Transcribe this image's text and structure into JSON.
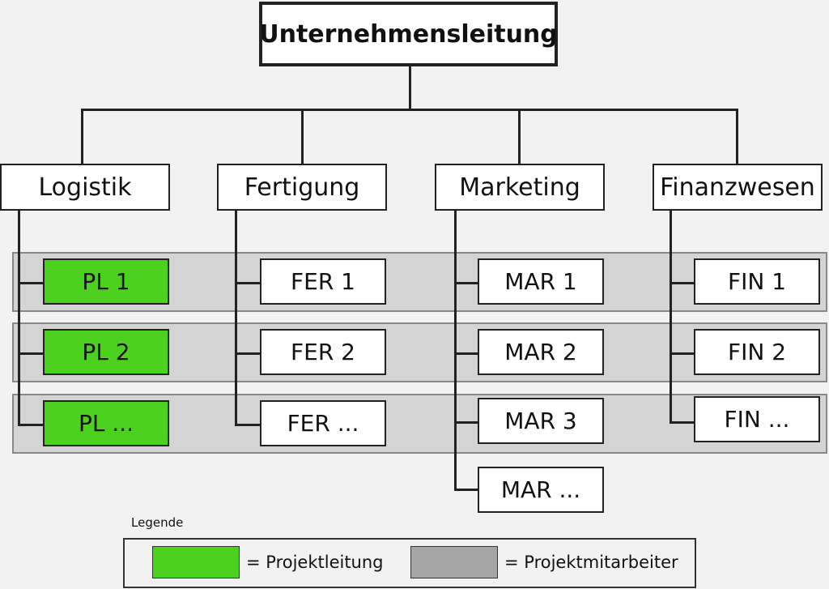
{
  "colors": {
    "lead": "#4cd11e",
    "member_band": "#d4d4d4"
  },
  "root": {
    "label": "Unternehmensleitung"
  },
  "departments": [
    {
      "label": "Logistik",
      "members": [
        "PL 1",
        "PL 2",
        "PL ..."
      ]
    },
    {
      "label": "Fertigung",
      "members": [
        "FER 1",
        "FER 2",
        "FER ..."
      ]
    },
    {
      "label": "Marketing",
      "members": [
        "MAR 1",
        "MAR 2",
        "MAR 3",
        "MAR ..."
      ]
    },
    {
      "label": "Finanzwesen",
      "members": [
        "FIN 1",
        "FIN 2",
        "FIN ..."
      ]
    }
  ],
  "legend": {
    "title": "Legende",
    "items": [
      {
        "label": "= Projektleitung",
        "color": "#4cd11e"
      },
      {
        "label": "= Projektmitarbeiter",
        "color": "#a6a6a6"
      }
    ]
  }
}
